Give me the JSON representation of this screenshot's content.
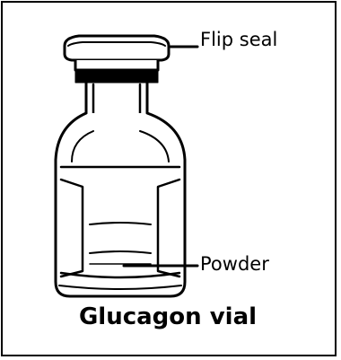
{
  "labels": {
    "flip_seal": "Flip seal",
    "powder": "Powder"
  },
  "caption": "Glucagon vial",
  "colors": {
    "ink": "#000000",
    "background": "#ffffff"
  }
}
